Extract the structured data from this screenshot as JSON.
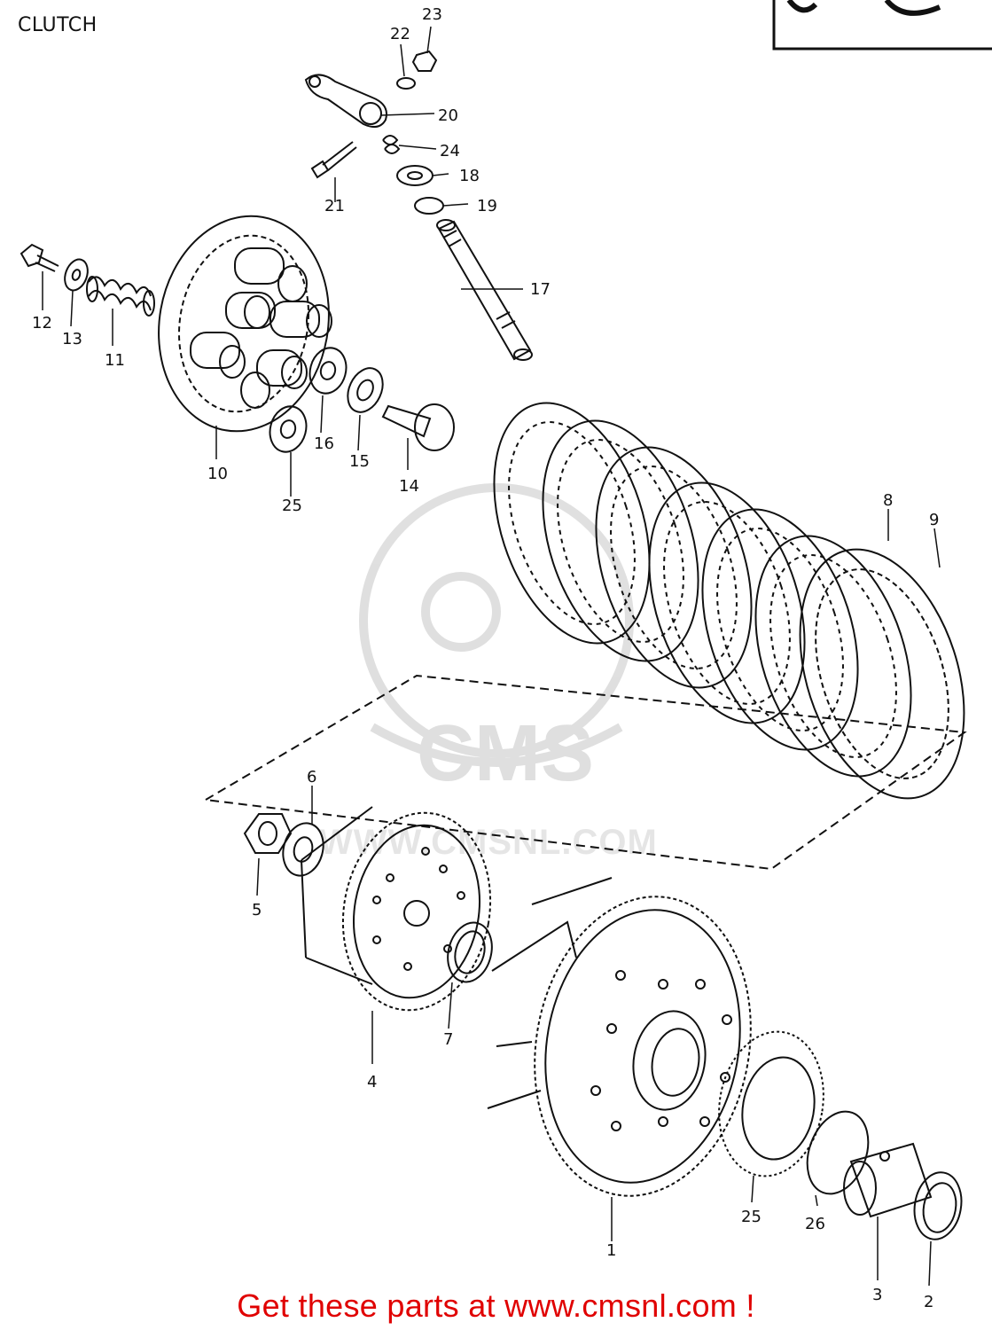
{
  "title": "CLUTCH",
  "footer": "Get these parts at www.cmsnl.com !",
  "watermark": {
    "logo_text": "CMS",
    "url_text": "WWW.CMSNL.COM"
  },
  "callouts": [
    "23",
    "22",
    "20",
    "24",
    "18",
    "21",
    "19",
    "17",
    "12",
    "13",
    "11",
    "10",
    "16",
    "15",
    "14",
    "25",
    "8",
    "9",
    "6",
    "5",
    "4",
    "7",
    "1",
    "25",
    "26",
    "3",
    "2"
  ],
  "colors": {
    "ink": "#111111",
    "footer": "#e00000",
    "watermark": "#e6e6e6"
  }
}
